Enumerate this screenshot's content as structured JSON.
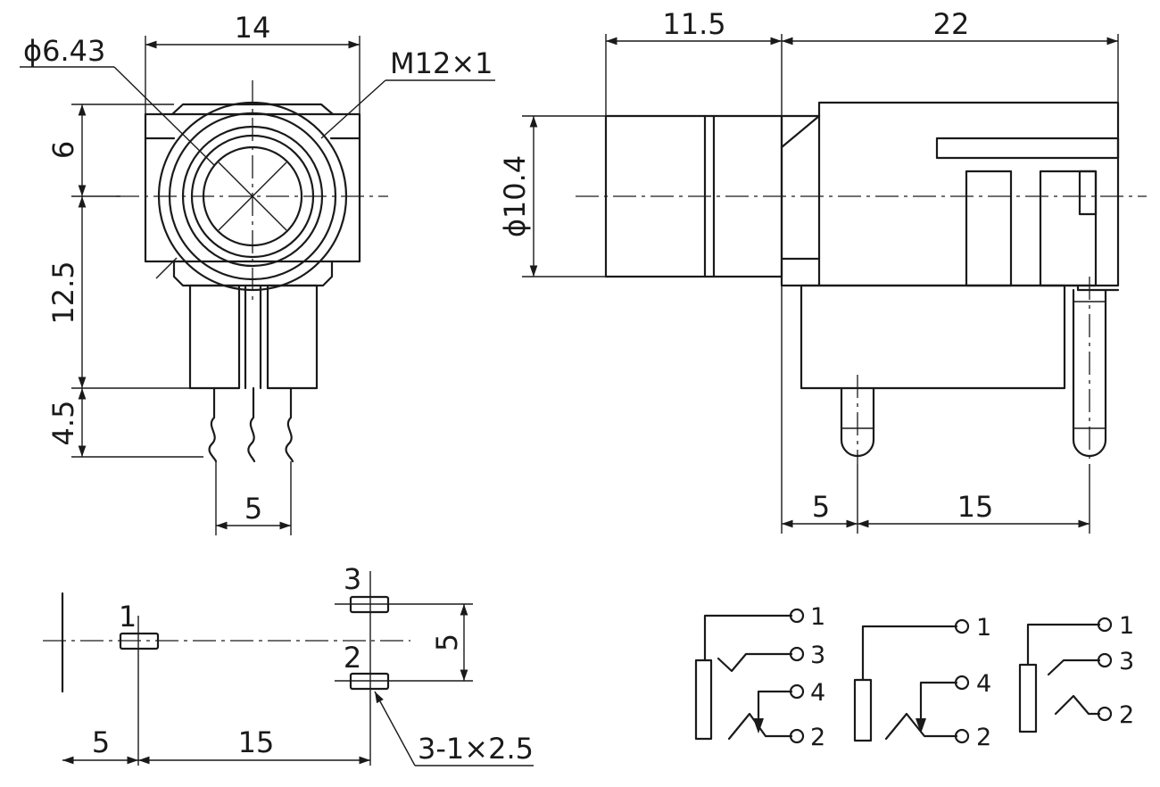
{
  "front_view": {
    "width_label": "14",
    "hole_diameter_label": "ϕ6.43",
    "thread_label": "M12×1",
    "height_top_label": "6",
    "height_mid_label": "12.5",
    "height_pin_label": "4.5",
    "pin_pitch_label": "5"
  },
  "side_view": {
    "front_length_label": "11.5",
    "body_length_label": "22",
    "diameter_label": "ϕ10.4",
    "pin_offset_label": "5",
    "pin_spacing_label": "15"
  },
  "footprint": {
    "pad_1_label": "1",
    "pad_2_label": "2",
    "pad_3_label": "3",
    "vertical_pitch_label": "5",
    "offset_label": "5",
    "spacing_label": "15",
    "pad_size_label": "3-1×2.5"
  },
  "schematics": {
    "a": [
      "1",
      "3",
      "4",
      "2"
    ],
    "b": [
      "1",
      "4",
      "2"
    ],
    "c": [
      "1",
      "3",
      "2"
    ]
  }
}
